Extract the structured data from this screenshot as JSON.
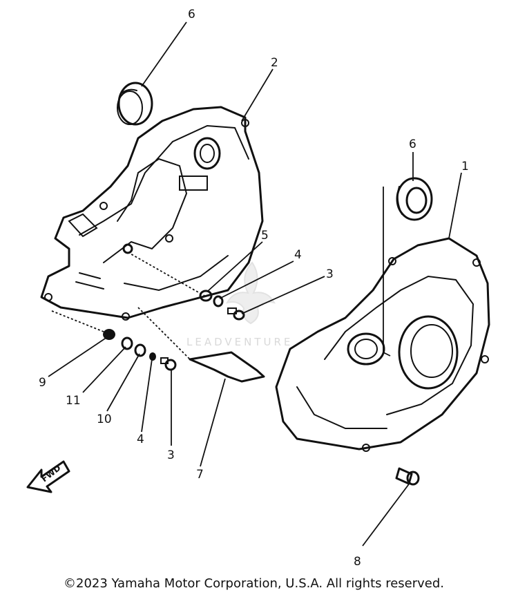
{
  "diagram": {
    "callouts": {
      "p6_top": "6",
      "p2": "2",
      "p6_right": "6",
      "p1": "1",
      "p5": "5",
      "p4_right": "4",
      "p3_right": "3",
      "p9": "9",
      "p11": "11",
      "p10": "10",
      "p4_left": "4",
      "p3_left": "3",
      "p7": "7",
      "p8": "8"
    },
    "fwd_label": "FWD",
    "watermark": "LEADVENTURE",
    "copyright": "©2023 Yamaha Motor Corporation, U.S.A. All rights reserved."
  }
}
